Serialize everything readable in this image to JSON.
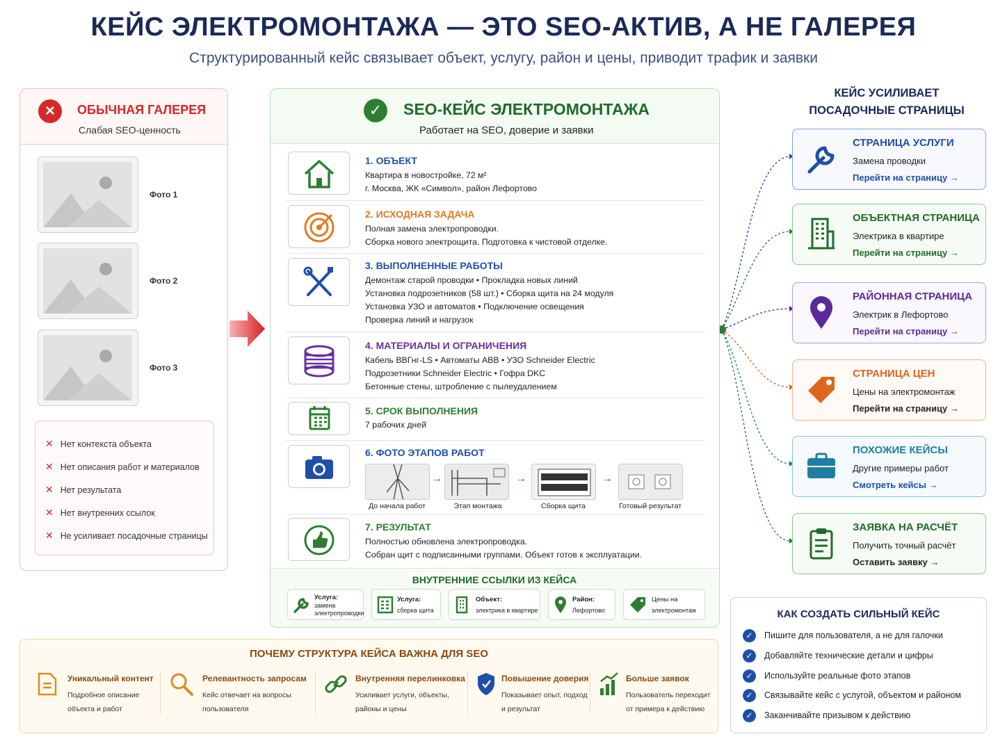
{
  "header": {
    "title": "КЕЙС ЭЛЕКТРОМОНТАЖА — ЭТО SEO-АКТИВ, А НЕ ГАЛЕРЕЯ",
    "subtitle": "Структурированный кейс связывает объект, услугу, район и цены, приводит трафик и заявки"
  },
  "gallery": {
    "title": "ОБЫЧНАЯ ГАЛЕРЕЯ",
    "subtitle": "Слабая SEO-ценность",
    "photos": [
      "Фото 1",
      "Фото 2",
      "Фото 3"
    ],
    "negatives": [
      "Нет контекста объекта",
      "Нет описания работ и материалов",
      "Нет результата",
      "Нет внутренних ссылок",
      "Не усиливает посадочные страницы"
    ]
  },
  "seo_case": {
    "title": "SEO-КЕЙС ЭЛЕКТРОМОНТАЖА",
    "subtitle": "Работает на SEO, доверие и заявки",
    "rows": [
      {
        "title": "1. ОБЪЕКТ",
        "color": "#1f4fa8",
        "lines": [
          "Квартира в новостройке, 72 м²",
          "г. Москва, ЖК «Символ», район Лефортово"
        ]
      },
      {
        "title": "2. ИСХОДНАЯ ЗАДАЧА",
        "color": "#e07a1f",
        "lines": [
          "Полная замена электропроводки.",
          "Сборка нового электрощита. Подготовка к чистовой отделке."
        ]
      },
      {
        "title": "3. ВЫПОЛНЕННЫЕ РАБОТЫ",
        "color": "#1f4fa8",
        "lines": [
          "Демонтаж старой проводки • Прокладка новых линий",
          "Установка подрозетников (58 шт.) • Сборка щита на 24 модуля",
          "Установка УЗО и автоматов • Подключение освещения",
          "Проверка линий и нагрузок"
        ]
      },
      {
        "title": "4. МАТЕРИАЛЫ И ОГРАНИЧЕНИЯ",
        "color": "#6a2fa0",
        "lines": [
          "Кабель ВВГнг-LS • Автоматы ABB • УЗО Schneider Electric",
          "Подрозетники Schneider Electric • Гофра DKC",
          "Бетонные стены, штробление с пылеудалением"
        ]
      },
      {
        "title": "5. СРОК ВЫПОЛНЕНИЯ",
        "color": "#2e7d32",
        "lines": [
          "7 рабочих дней"
        ]
      },
      {
        "title": "6. ФОТО ЭТАПОВ РАБОТ",
        "color": "#1f4fa8",
        "lines": []
      },
      {
        "title": "7. РЕЗУЛЬТАТ",
        "color": "#2e7d32",
        "lines": [
          "Полностью обновлена электропроводка.",
          "Собран щит с подписанными группами. Объект готов к эксплуатации."
        ]
      }
    ],
    "stages": [
      "До начала работ",
      "Этап монтажа",
      "Сборка щита",
      "Готовый результат"
    ],
    "links_title": "ВНУТРЕННИЕ ССЫЛКИ ИЗ КЕЙСА",
    "links": [
      {
        "label": "Услуга:",
        "value": "замена электропроводки"
      },
      {
        "label": "Услуга:",
        "value": "сборка щита"
      },
      {
        "label": "Объект:",
        "value": "электрика в квартире"
      },
      {
        "label": "Район:",
        "value": "Лефортово"
      },
      {
        "label": "Цены на",
        "value": "электромонтаж"
      }
    ]
  },
  "landing": {
    "title": "КЕЙС УСИЛИВАЕТ ПОСАДОЧНЫЕ СТРАНИЦЫ",
    "cards": [
      {
        "title": "СТРАНИЦА УСЛУГИ",
        "sub": "Замена проводки",
        "link": "Перейти на страницу →",
        "color": "#1f4fa8",
        "icon": "wrench-icon"
      },
      {
        "title": "ОБЪЕКТНАЯ СТРАНИЦА",
        "sub": "Электрика в квартире",
        "link": "Перейти на страницу →",
        "color": "#1f6b2a",
        "icon": "building-icon"
      },
      {
        "title": "РАЙОННАЯ СТРАНИЦА",
        "sub": "Электрик в Лефортово",
        "link": "Перейти на страницу →",
        "color": "#5a2a9a",
        "icon": "map-pin-icon"
      },
      {
        "title": "СТРАНИЦА ЦЕН",
        "sub": "Цены на электромонтаж",
        "link": "Перейти на страницу →",
        "color": "#e0651f",
        "icon": "price-tag-icon"
      },
      {
        "title": "ПОХОЖИЕ КЕЙСЫ",
        "sub": "Другие примеры работ",
        "link": "Смотреть кейсы →",
        "color": "#1f7fa0",
        "icon": "briefcase-icon"
      },
      {
        "title": "ЗАЯВКА НА РАСЧЁТ",
        "sub": "Получить точный расчёт",
        "link": "Оставить заявку →",
        "color": "#1f6b2a",
        "icon": "clipboard-icon"
      }
    ]
  },
  "why": {
    "title": "ПОЧЕМУ СТРУКТУРА КЕЙСА ВАЖНА ДЛЯ SEO",
    "items": [
      {
        "title": "Уникальный контент",
        "l1": "Подробное описание",
        "l2": "объекта и работ"
      },
      {
        "title": "Релевантность запросам",
        "l1": "Кейс отвечает на вопросы",
        "l2": "пользователя"
      },
      {
        "title": "Внутренняя перелинковка",
        "l1": "Усиливает услуги, объекты,",
        "l2": "районы и цены"
      },
      {
        "title": "Повышение доверия",
        "l1": "Показывает опыт, подход",
        "l2": "и результат"
      },
      {
        "title": "Больше заявок",
        "l1": "Пользователь переходит",
        "l2": "от примера к действию"
      }
    ]
  },
  "how": {
    "title": "КАК СОЗДАТЬ СИЛЬНЫЙ КЕЙС",
    "items": [
      "Пишите для пользователя, а не для галочки",
      "Добавляйте технические детали и цифры",
      "Используйте реальные фото этапов",
      "Связывайте кейс с услугой, объектом и районом",
      "Заканчивайте призывом к действию"
    ]
  }
}
